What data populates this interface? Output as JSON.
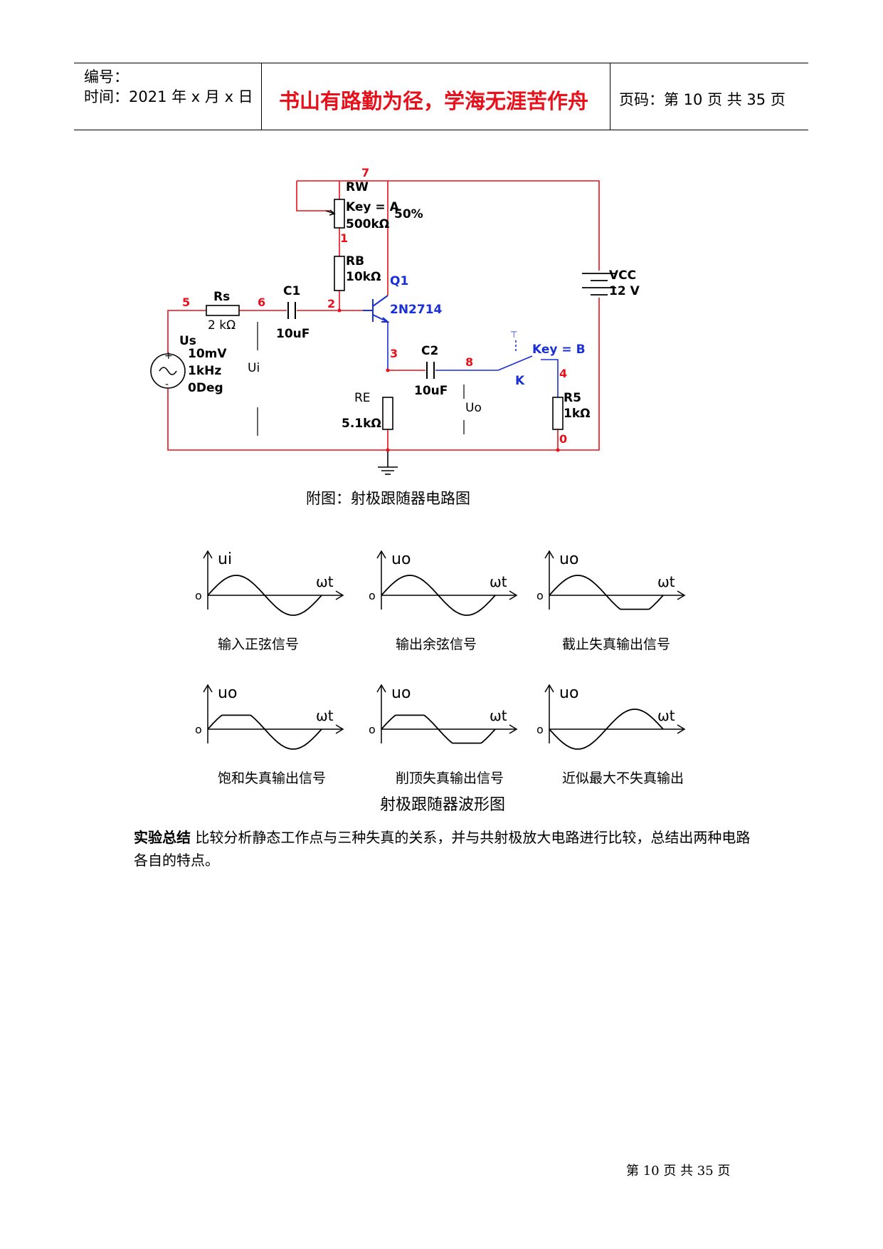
{
  "header": {
    "serial_label": "编号：",
    "time_label": "时间：2021 年 x 月 x 日",
    "motto": "书山有路勤为径，学海无涯苦作舟",
    "page_label": "页码：第 10 页  共 35 页"
  },
  "circuit": {
    "node_7": "7",
    "node_1": "1",
    "node_2": "2",
    "node_3": "3",
    "node_4": "4",
    "node_5": "5",
    "node_6": "6",
    "node_8": "8",
    "node_0": "0",
    "rw_name": "RW",
    "rw_key": "Key = A",
    "rw_value": "500kΩ",
    "rw_percent": "50%",
    "rb_name": "RB",
    "rb_value": "10kΩ",
    "q1_name": "Q1",
    "q1_model": "2N2714",
    "vcc_name": "VCC",
    "vcc_value": "12 V",
    "rs_name": "Rs",
    "rs_value": "2 kΩ",
    "c1_name": "C1",
    "c1_value": "10uF",
    "c2_name": "C2",
    "c2_value": "10uF",
    "us_name": "Us",
    "us_amp": "10mV",
    "us_freq": "1kHz",
    "us_phase": "0Deg",
    "ui_label": "Ui",
    "uo_label": "Uo",
    "re_name": "RE",
    "re_value": "5.1kΩ",
    "switch_key": "Key = B",
    "switch_name": "K",
    "r5_name": "R5",
    "r5_value": "1kΩ",
    "caption": "附图：射极跟随器电路图"
  },
  "waveforms": {
    "title": "射极跟随器波形图",
    "origin_label": "o",
    "x_label": "ωt",
    "items": [
      {
        "ylabel": "ui",
        "caption": "输入正弦信号",
        "shape": "sine"
      },
      {
        "ylabel": "uo",
        "caption": "输出余弦信号",
        "shape": "sine"
      },
      {
        "ylabel": "uo",
        "caption": "截止失真输出信号",
        "shape": "clip-bottom"
      },
      {
        "ylabel": "uo",
        "caption": "饱和失真输出信号",
        "shape": "clip-top"
      },
      {
        "ylabel": "uo",
        "caption": "削顶失真输出信号",
        "shape": "clip-both"
      },
      {
        "ylabel": "uo",
        "caption": "近似最大不失真输出",
        "shape": "inverted"
      }
    ]
  },
  "summary": {
    "label": "实验总结",
    "text": "比较分析静态工作点与三种失真的关系，并与共射极放大电路进行比较，总结出两种电路各自的特点。"
  },
  "footer": {
    "text": "第 10 页 共 35 页"
  },
  "colors": {
    "motto": "#e8101a",
    "wire": "#e8101a",
    "transistor": "#1a2fd6",
    "node_label": "#e8101a"
  }
}
